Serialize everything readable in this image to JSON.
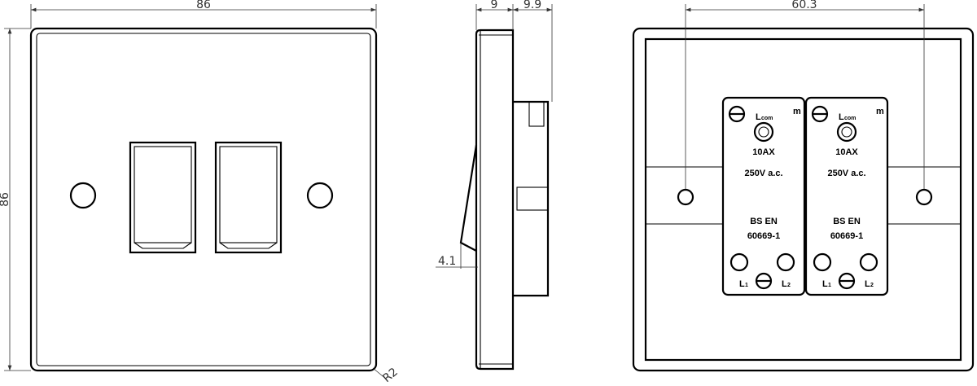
{
  "front_view": {
    "width_dim": "86",
    "height_dim": "86",
    "radius_dim": "R2"
  },
  "side_view": {
    "plate_depth_dim": "9",
    "module_depth_dim": "9.9",
    "rocker_dim": "4.1"
  },
  "back_view": {
    "fixing_centres_dim": "60.3",
    "modules": [
      {
        "common": "L",
        "common_sub": "com",
        "m": "m",
        "rating1": "10AX",
        "rating2": "250V a.c.",
        "std1": "BS EN",
        "std2": "60669-1",
        "l1": "L",
        "l1_sub": "1",
        "l2": "L",
        "l2_sub": "2"
      },
      {
        "common": "L",
        "common_sub": "com",
        "m": "m",
        "rating1": "10AX",
        "rating2": "250V a.c.",
        "std1": "BS EN",
        "std2": "60669-1",
        "l1": "L",
        "l1_sub": "1",
        "l2": "L",
        "l2_sub": "2"
      }
    ]
  }
}
